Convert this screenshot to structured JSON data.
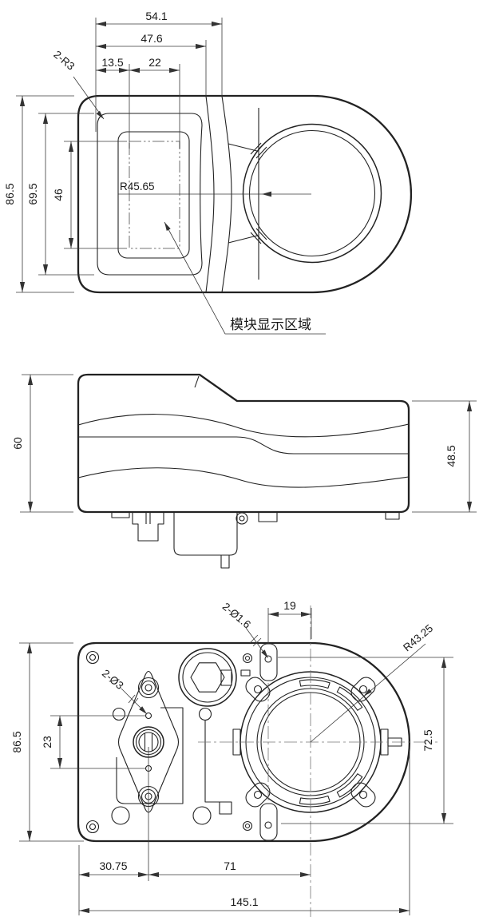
{
  "drawing": {
    "type": "mechanical-dimension-drawing",
    "colors": {
      "line": "#222222",
      "dimension": "#3a3a3a",
      "phantom": "#8f8f8f"
    },
    "top_view": {
      "dim_outer_width": "54.1",
      "dim_face_width": "47.6",
      "dim_display_offset": "13.5",
      "dim_display_width": "22",
      "dim_body_height": "86.5",
      "dim_face_height": "69.5",
      "dim_display_height": "46",
      "callout_corner_radius": "2-R3",
      "callout_face_radius": "R45.65",
      "label_display_area": "模块显示区域"
    },
    "side_view": {
      "dim_total_height": "60",
      "dim_body_height": "48.5"
    },
    "bottom_view": {
      "callout_pin_holes": "2-Ø1.6",
      "dim_hole_offset": "19",
      "callout_ring_radius": "R43.25",
      "callout_shaft_holes": "2-Ø3",
      "dim_body_height": "86.5",
      "dim_hole_span": "23",
      "dim_ring_holes_span": "72.5",
      "dim_shaft_offset": "30.75",
      "dim_centers_distance": "71",
      "dim_total_width": "145.1"
    }
  }
}
